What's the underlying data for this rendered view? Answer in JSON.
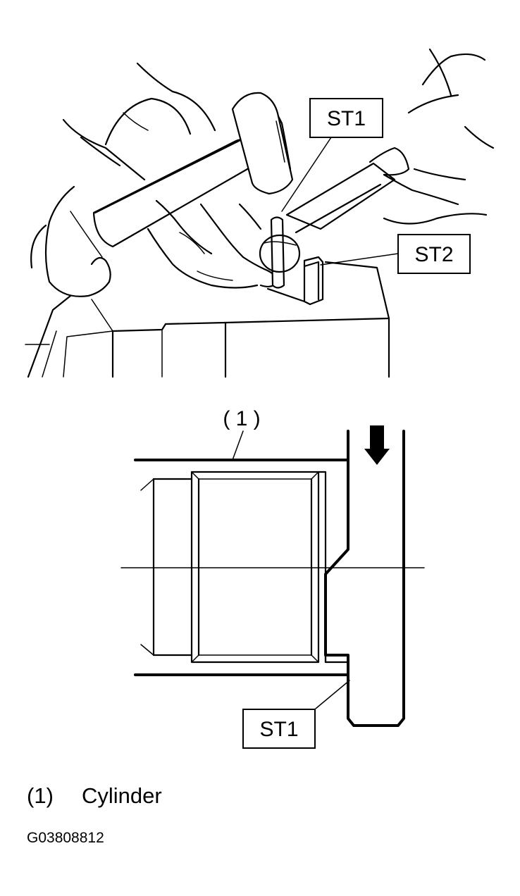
{
  "callouts": {
    "st1_top": "ST1",
    "st2": "ST2",
    "num_1": "( 1 )",
    "st1_bottom": "ST1"
  },
  "legend": {
    "number": "(1)",
    "text": "Cylinder"
  },
  "figure_code": "G03808812"
}
